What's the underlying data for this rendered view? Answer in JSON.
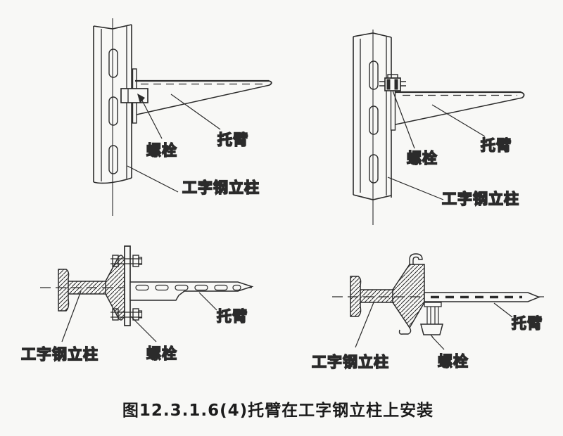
{
  "caption": "图12.3.1.6(4)托臂在工字钢立柱上安装",
  "views": {
    "top_left": {
      "bolt": "螺栓",
      "bracket": "托臂",
      "column": "工字钢立柱"
    },
    "top_right": {
      "bolt": "螺栓",
      "bracket": "托臂",
      "column": "工字钢立柱"
    },
    "bottom_left": {
      "column": "工字钢立柱",
      "bolt": "螺栓",
      "bracket": "托臂"
    },
    "bottom_right": {
      "column": "工字钢立柱",
      "bolt": "螺栓",
      "bracket": "托臂"
    }
  },
  "colors": {
    "line": "#2b2b2b",
    "background": "#f8f8f6",
    "text": "#1c1c1c"
  }
}
